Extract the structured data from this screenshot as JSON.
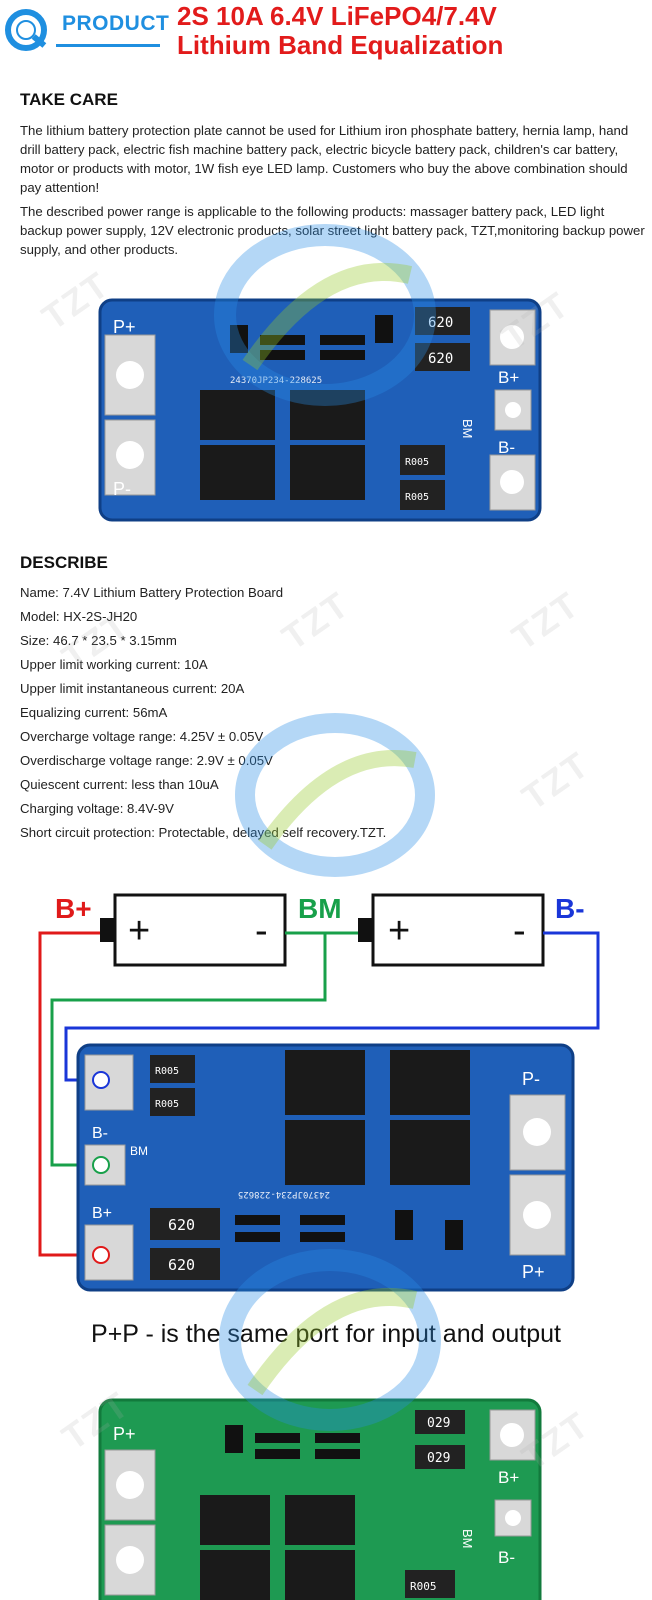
{
  "header": {
    "product_label": "PRODUCT",
    "title_line1": "2S 10A 6.4V LiFePO4/7.4V",
    "title_line2": "Lithium Band Equalization"
  },
  "take_care": {
    "heading": "TAKE CARE",
    "paragraph1": "The lithium battery protection plate cannot be used for Lithium iron phosphate battery, hernia lamp, hand drill battery pack, electric fish machine battery pack, electric bicycle battery pack, children's car battery, motor or products with motor, 1W fish eye LED lamp. Customers who buy the above combination should pay attention!",
    "paragraph2": "The described power range is applicable to the following products: massager battery pack, LED light backup power supply, 12V electronic products, solar street light battery pack, TZT,monitoring backup power supply, and other products."
  },
  "board_top": {
    "pads": [
      "P+",
      "P-",
      "B+",
      "BM",
      "B-"
    ],
    "board_code": "24370JP234-228625",
    "chip_codes": [
      "620",
      "620",
      "R005",
      "R005"
    ]
  },
  "describe": {
    "heading": "DESCRIBE",
    "specs": [
      "Name: 7.4V Lithium Battery Protection Board",
      "Model: HX-2S-JH20",
      "Size: 46.7 * 23.5 * 3.15mm",
      "Upper limit working current: 10A",
      "Upper limit instantaneous current: 20A",
      "Equalizing current: 56mA",
      "Overcharge voltage range: 4.25V ± 0.05V",
      "Overdischarge voltage range: 2.9V ± 0.05V",
      "Quiescent current: less than 10uA",
      "Charging voltage: 8.4V-9V",
      "Short circuit protection: Protectable, delayed self recovery.TZT."
    ]
  },
  "wiring": {
    "label_bplus": "B+",
    "label_bm": "BM",
    "label_bminus": "B-",
    "cell_plus": "+",
    "cell_minus": "-",
    "board_pads": [
      "B-",
      "BM",
      "B+",
      "P-",
      "P+"
    ],
    "board_code": "24370JP234-228625",
    "chip_codes": [
      "R005",
      "R005",
      "620",
      "620"
    ],
    "caption": "P+P - is the same port for input and output"
  },
  "board_green": {
    "pads": [
      "P+",
      "B+",
      "BM",
      "B-"
    ],
    "chip_codes": [
      "029",
      "029",
      "R005"
    ]
  },
  "watermark": "TZT",
  "colors": {
    "title_red": "#e21b1b",
    "product_blue": "#1f8fe0",
    "pcb_blue": "#1f5fb8",
    "pcb_green": "#1e9a52",
    "wire_red": "#e01a1a",
    "wire_green": "#18a04a",
    "wire_blue": "#1a36d8"
  }
}
